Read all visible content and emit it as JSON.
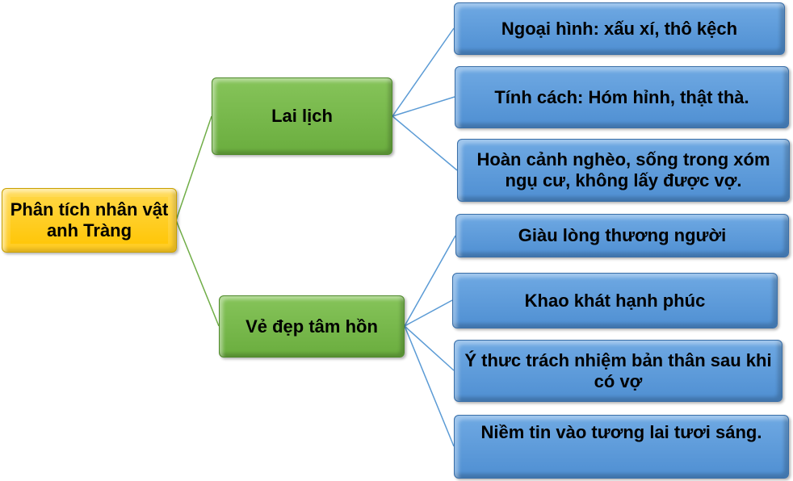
{
  "root": {
    "label": "Phân tích nhân vật anh Tràng"
  },
  "branches": [
    {
      "label": "Lai lịch",
      "children": [
        "Ngoại hình: xấu xí, thô kệch",
        "Tính cách: Hóm hỉnh, thật thà.",
        "Hoàn cảnh nghèo, sống trong xóm ngụ cư, không lấy được vợ."
      ]
    },
    {
      "label": "Vẻ đẹp tâm hồn",
      "children": [
        "Giàu lòng thương người",
        "Khao khát hạnh phúc",
        "Ý thưc trách nhiệm bản thân sau khi có vợ",
        "Niềm tin vào tương lai tươi sáng."
      ]
    }
  ],
  "colors": {
    "root": "#ffc400",
    "branch": "#70ad47",
    "leaf": "#5b9bd5",
    "green_link": "#70ad47",
    "blue_link": "#5b9bd5"
  }
}
